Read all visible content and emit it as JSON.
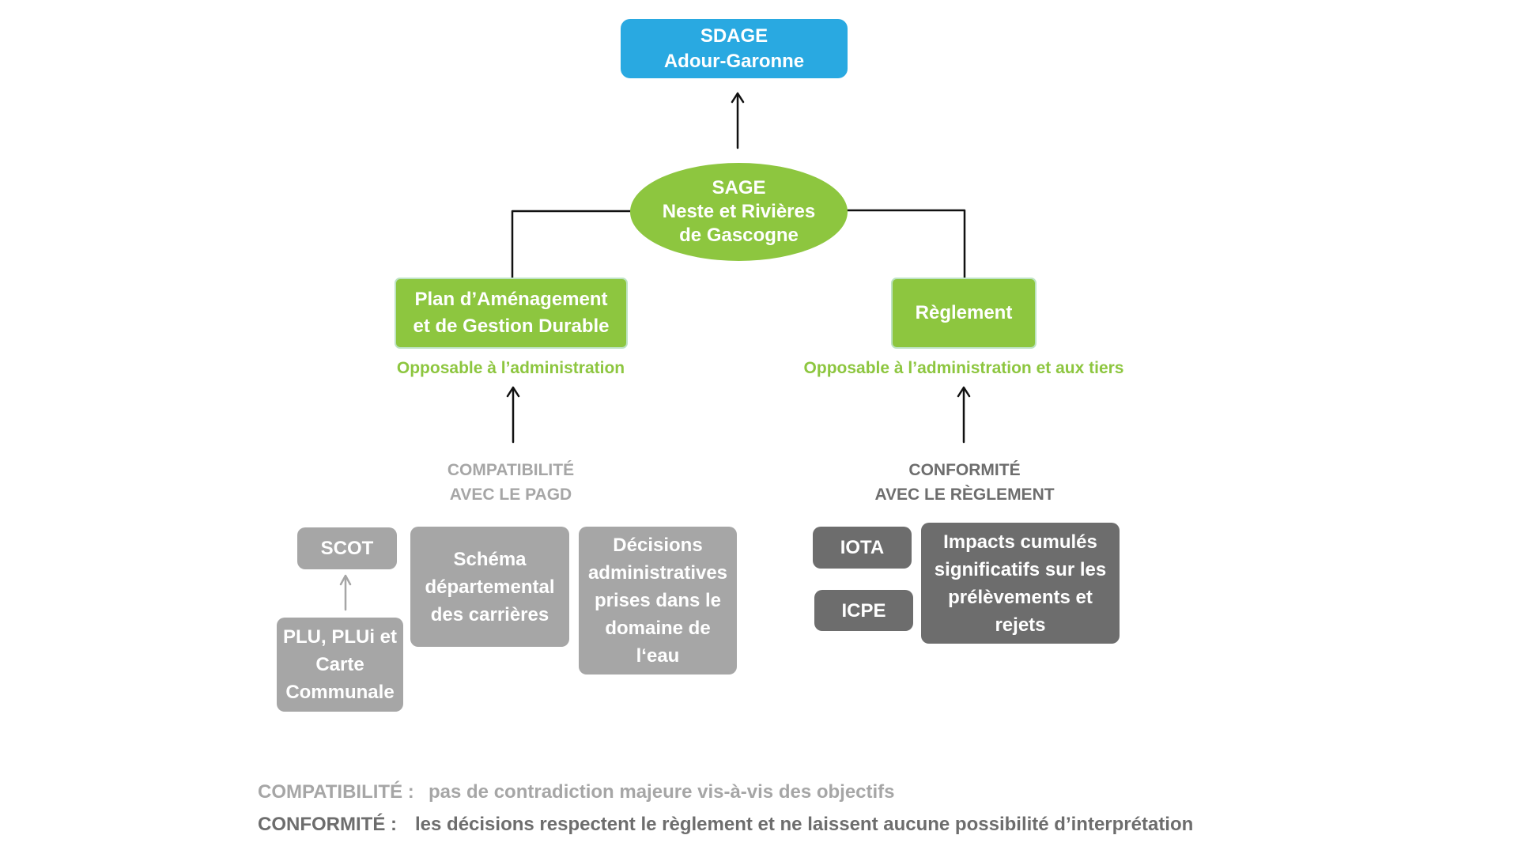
{
  "colors": {
    "sdage_blue": "#29a9e1",
    "sage_green": "#8dc63f",
    "green_box_outline": "#bde3c3",
    "compatibility_gray": "#a6a6a6",
    "conformity_gray": "#6d6d6d",
    "connector": "#111111"
  },
  "sdage": {
    "lines": [
      "SDAGE",
      "Adour-Garonne"
    ]
  },
  "sage": {
    "lines": [
      "SAGE",
      "Neste et Rivières",
      "de Gascogne"
    ]
  },
  "pagd": {
    "lines": [
      "Plan d’Aménagement",
      "et de Gestion Durable"
    ],
    "opposability": "Opposable à l’administration"
  },
  "reglement": {
    "lines": [
      "Règlement"
    ],
    "opposability": "Opposable à l’administration et aux tiers"
  },
  "compatibility": {
    "heading": [
      "COMPATIBILITÉ",
      "AVEC LE PAGD"
    ],
    "scot": {
      "lines": [
        "SCOT"
      ]
    },
    "plu": {
      "lines": [
        "PLU, PLUi et",
        "Carte",
        "Communale"
      ]
    },
    "schema_carrieres": {
      "lines": [
        "Schéma",
        "départemental",
        "des carrières"
      ]
    },
    "decisions_eau": {
      "lines": [
        "Décisions",
        "administratives",
        "prises dans le",
        "domaine de",
        "l‘eau"
      ]
    }
  },
  "conformity": {
    "heading": [
      "CONFORMITÉ",
      "AVEC LE RÈGLEMENT"
    ],
    "iota": {
      "lines": [
        "IOTA"
      ]
    },
    "icpe": {
      "lines": [
        "ICPE"
      ]
    },
    "impacts": {
      "lines": [
        "Impacts cumulés",
        "significatifs sur les",
        "prélèvements et",
        "rejets"
      ]
    }
  },
  "legend": {
    "compatibility": {
      "term": "COMPATIBILITÉ :",
      "definition": "pas de contradiction majeure vis-à-vis des objectifs"
    },
    "conformity": {
      "term": "CONFORMITÉ :",
      "definition": "les décisions respectent le règlement et ne laissent aucune possibilité d’interprétation"
    }
  }
}
